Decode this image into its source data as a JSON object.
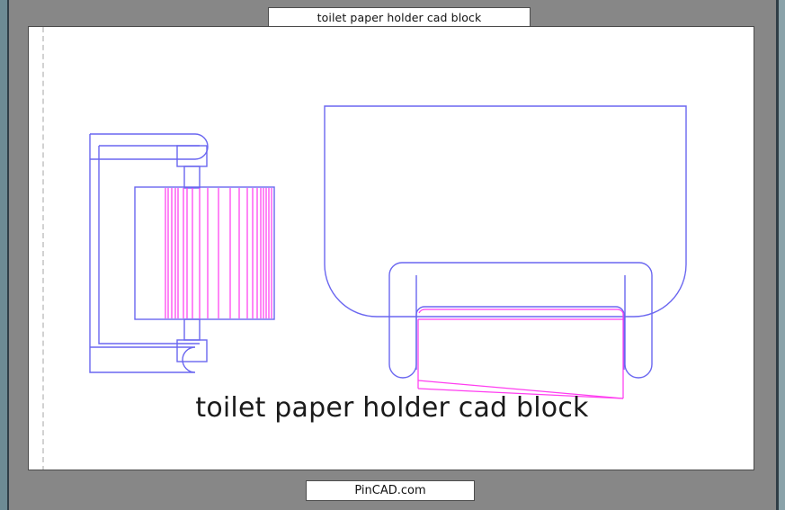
{
  "window": {
    "title_plate": "toilet paper holder cad block",
    "footer_plate": "PinCAD.com",
    "background_color": "#7d98a0",
    "mat_color": "#878787",
    "sheet_color": "#ffffff"
  },
  "sheet": {
    "caption": "toilet paper holder cad block",
    "margin_guide": "dashed-vertical-guide"
  },
  "cad": {
    "line_colors": {
      "geometry_blue": "#6a66f0",
      "paper_magenta": "#ff3df0"
    },
    "views": [
      {
        "name": "side-view",
        "label": "side view of holder with roll",
        "elements": [
          "outer-bracket-arm",
          "inner-bracket-arm",
          "upper-spindle-boss",
          "upper-spindle-shaft",
          "lower-spindle-boss",
          "lower-spindle-shaft",
          "paper-roll-body"
        ],
        "roll_line_count": 22
      },
      {
        "name": "front-view",
        "label": "front view of holder with sheet",
        "elements": [
          "wall-plate",
          "holder-u-bracket",
          "roll-outline",
          "hanging-sheet"
        ]
      }
    ],
    "roll_lines_x": [
      152,
      155,
      159,
      163,
      166,
      172,
      176,
      182,
      190,
      199,
      211,
      224,
      234,
      243,
      249,
      254,
      258,
      261,
      264,
      267,
      270
    ]
  }
}
